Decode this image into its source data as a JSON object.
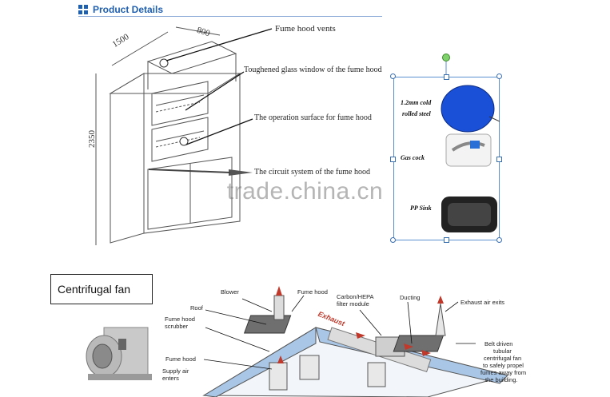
{
  "header": {
    "title": "Product Details"
  },
  "hood": {
    "dims": {
      "width": "1500",
      "depth": "800",
      "height": "2350"
    },
    "callouts": [
      "Fume hood vents",
      "Toughened glass window of the fume hood",
      "The operation surface  for fume hood",
      "The circuit system of the fume hood"
    ]
  },
  "panel": {
    "items": [
      "1.2mm cold",
      "rolled steel",
      "Gas cock",
      "PP Sink"
    ]
  },
  "watermark": "trade.china.cn",
  "fan": {
    "title": "Centrifugal fan"
  },
  "diagram": {
    "labels": {
      "blower": "Blower",
      "roof": "Roof",
      "scrubber_1": "Fume hood",
      "scrubber_2": "scrubber",
      "fume_hood_top": "Fume hood",
      "fume_hood_left": "Fume hood",
      "supply_1": "Supply air",
      "supply_2": "enters",
      "filter_1": "Carbon/HEPA",
      "filter_2": "filter module",
      "ducting": "Ducting",
      "exhaust_exits": "Exhaust air exits",
      "belt_1": "Belt driven",
      "belt_2": "tubular",
      "belt_3": "centrifugal fan",
      "belt_4": "to safely propel",
      "belt_5": "fumes away from",
      "belt_6": "the building.",
      "exhaust_duct": "Exhaust"
    }
  },
  "colors": {
    "accent": "#1f5fb0",
    "steel_blue": "#1a4fd8",
    "exhaust_red": "#c0392b"
  }
}
